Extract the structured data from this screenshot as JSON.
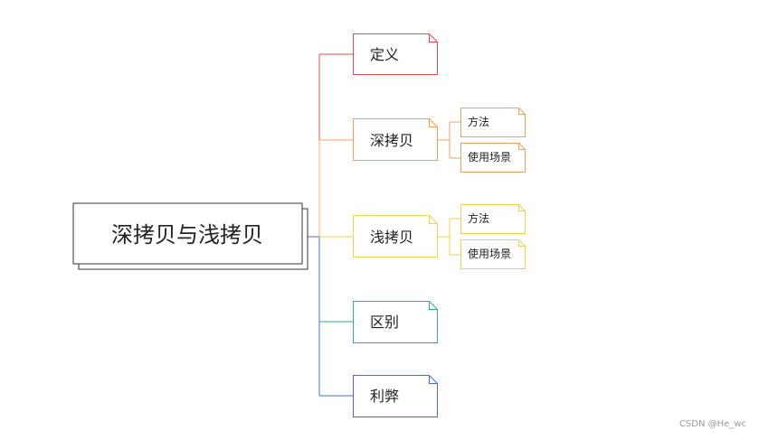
{
  "root": {
    "label": "深拷贝与浅拷贝"
  },
  "branches": [
    {
      "label": "定义",
      "color": "#e84c4c",
      "children": []
    },
    {
      "label": "深拷贝",
      "color": "#f0a05a",
      "children": [
        {
          "label": "方法"
        },
        {
          "label": "使用场景"
        }
      ]
    },
    {
      "label": "浅拷贝",
      "color": "#f2d04b",
      "children": [
        {
          "label": "方法"
        },
        {
          "label": "使用场景"
        }
      ]
    },
    {
      "label": "区别",
      "color": "#2fae8a",
      "children": []
    },
    {
      "label": "利弊",
      "color": "#4a6cd8",
      "children": []
    }
  ],
  "watermark": "CSDN @He_wc"
}
